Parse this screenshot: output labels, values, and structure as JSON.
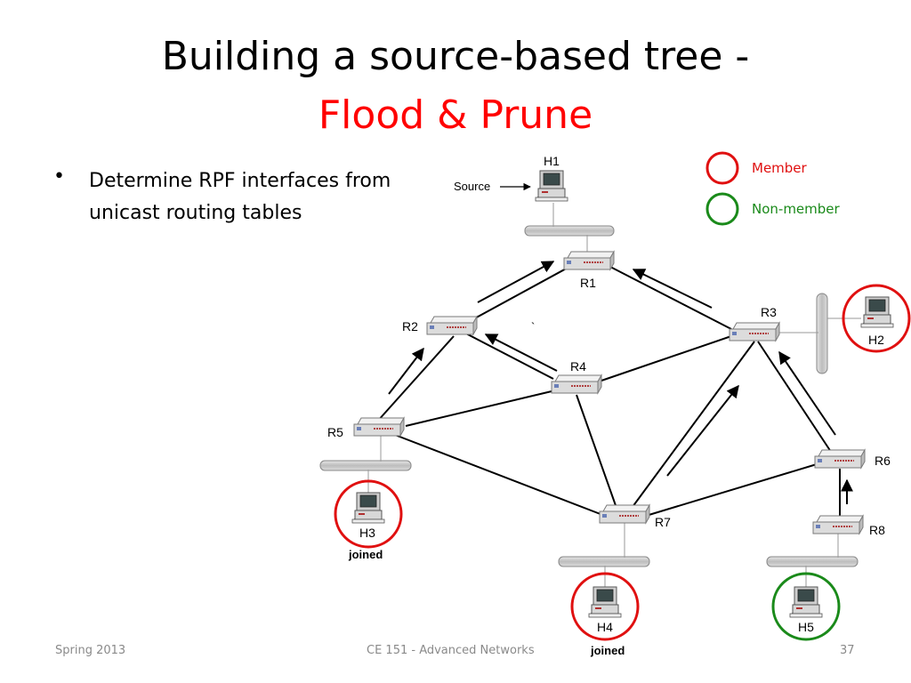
{
  "slide": {
    "title_line1": "Building a source-based tree -",
    "title_line2": "Flood & Prune",
    "bullet_text": "Determine RPF interfaces from unicast routing tables",
    "footer_left": "Spring 2013",
    "footer_center": "CE 151 - Advanced Networks",
    "footer_right": "37"
  },
  "legend": {
    "member": "Member",
    "non_member": "Non-member",
    "member_color": "#e01010",
    "non_member_color": "#1a8a1a"
  },
  "diagram": {
    "source_label": "Source",
    "routers": [
      "R1",
      "R2",
      "R3",
      "R4",
      "R5",
      "R6",
      "R7",
      "R8"
    ],
    "hosts": [
      "H1",
      "H2",
      "H3",
      "H4",
      "H5"
    ],
    "joined_label": "joined",
    "stray_mark": "`"
  }
}
